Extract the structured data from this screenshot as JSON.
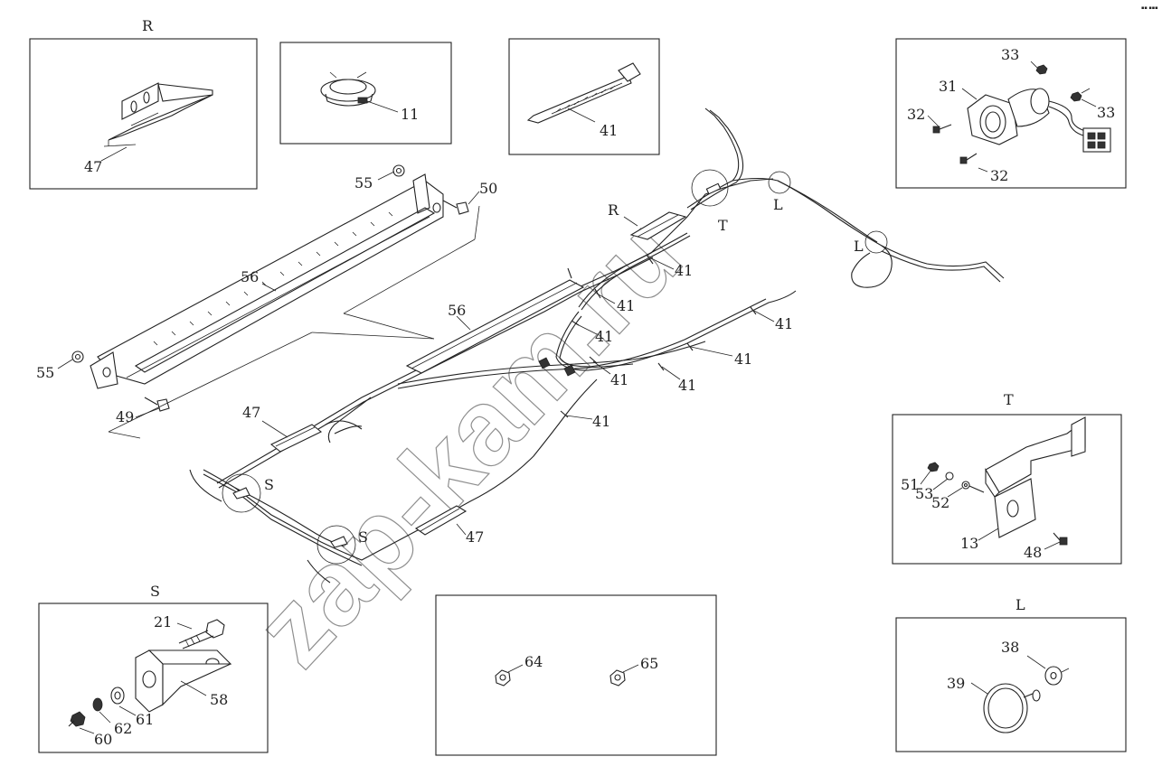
{
  "corner_mark": "▪▪ ▪▪▪",
  "watermark": "zap-kam.ru",
  "detail_views": {
    "R": {
      "title": "R",
      "parts": [
        "47"
      ]
    },
    "view_11": {
      "parts": [
        "11"
      ]
    },
    "view_41": {
      "parts": [
        "41"
      ]
    },
    "connector": {
      "parts": [
        "31",
        "32",
        "32",
        "33",
        "33"
      ]
    },
    "T": {
      "title": "T",
      "parts": [
        "51",
        "53",
        "52",
        "13",
        "48"
      ]
    },
    "S": {
      "title": "S",
      "parts": [
        "21",
        "58",
        "61",
        "62",
        "60"
      ]
    },
    "nuts": {
      "parts": [
        "64",
        "65"
      ]
    },
    "L": {
      "title": "L",
      "parts": [
        "38",
        "39"
      ]
    }
  },
  "main_callouts": {
    "p55a": "55",
    "p50": "50",
    "p56a": "56",
    "p55b": "55",
    "p49": "49",
    "p56b": "56",
    "p47a": "47",
    "p47b": "47",
    "p41a": "41",
    "p41b": "41",
    "p41c": "41",
    "p41d": "41",
    "p41e": "41",
    "p41f": "41",
    "p41g": "41",
    "p41h": "41",
    "letR": "R",
    "letT": "T",
    "letL1": "L",
    "letL2": "L",
    "letS1": "S",
    "letS2": "S"
  }
}
